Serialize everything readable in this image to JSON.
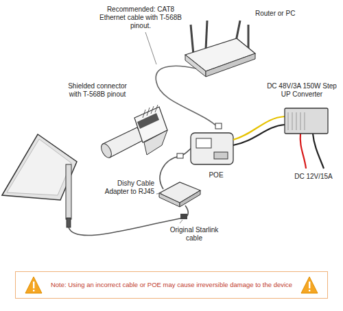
{
  "diagram": {
    "nodes": [
      {
        "text": [
          "Note: Using an incorrect cable or POE may cause irreversible damage to the device"
        ]
      }
    ],
    "labels": [
      "Recommended: CAT8 Ethernet cable with T-568B pinout.",
      "Router or PC",
      "Shielded connector with T-568B pinout",
      "DC 48V/3A 150W Step UP Converter",
      "POE",
      "DC 12V/15A",
      "Dishy Cable Adapter to RJ45",
      "Original Starlink cable"
    ]
  }
}
